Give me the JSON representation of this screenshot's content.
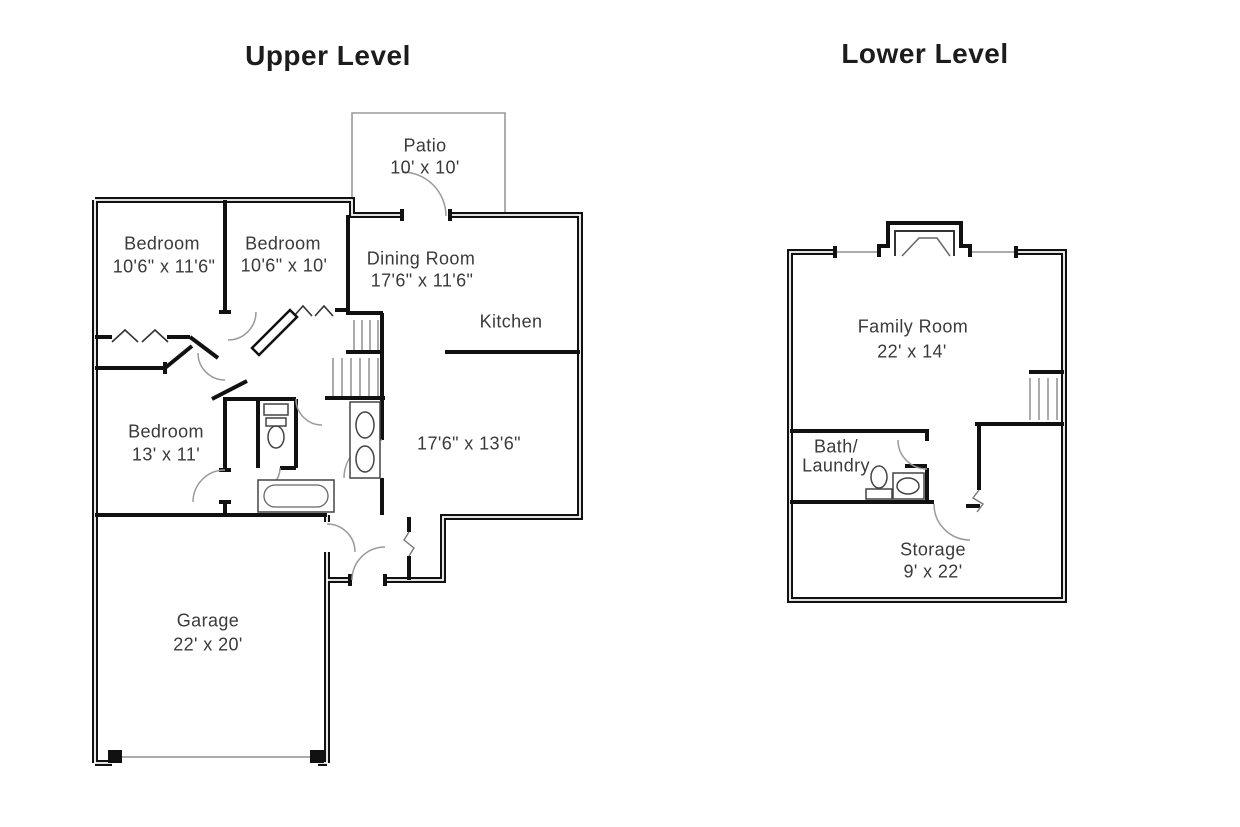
{
  "colors": {
    "background": "#ffffff",
    "walls": "#111111",
    "thin_lines": "#8f8f8f",
    "label_text": "#3a3a3a",
    "title_text": "#1c1c1c"
  },
  "upper_level": {
    "title": "Upper Level",
    "rooms": [
      {
        "id": "patio",
        "lines": [
          "Patio",
          "10' x 10'"
        ]
      },
      {
        "id": "bedroom-1",
        "lines": [
          "Bedroom",
          "10'6\" x 11'6\""
        ]
      },
      {
        "id": "bedroom-2",
        "lines": [
          "Bedroom",
          "10'6\" x 10'"
        ]
      },
      {
        "id": "dining-room",
        "lines": [
          "Dining Room",
          "17'6\" x 11'6\""
        ]
      },
      {
        "id": "kitchen",
        "lines": [
          "Kitchen"
        ]
      },
      {
        "id": "kitchen-living-area",
        "lines": [
          "17'6\" x 13'6\""
        ]
      },
      {
        "id": "bedroom-3",
        "lines": [
          "Bedroom",
          "13' x 11'"
        ]
      },
      {
        "id": "garage",
        "lines": [
          "Garage",
          "22' x 20'"
        ]
      }
    ]
  },
  "lower_level": {
    "title": "Lower Level",
    "rooms": [
      {
        "id": "family-room",
        "lines": [
          "Family Room",
          "22' x 14'"
        ]
      },
      {
        "id": "bath-laundry",
        "lines": [
          "Bath/",
          "Laundry"
        ]
      },
      {
        "id": "storage",
        "lines": [
          "Storage",
          "9' x 22'"
        ]
      }
    ]
  },
  "icons": {
    "door_swing": "quarter-arc",
    "stairs": "parallel-lines",
    "window": "thin-line-in-wall-gap",
    "closet_rod": "zigzag-line",
    "wall_break": "zigzag-break",
    "bathtub": "rounded-rect",
    "toilet": "ellipse-with-tank",
    "sink": "ellipse-in-rect",
    "fireplace": "trapezoid-hearth",
    "garage_door": "thin-line"
  }
}
